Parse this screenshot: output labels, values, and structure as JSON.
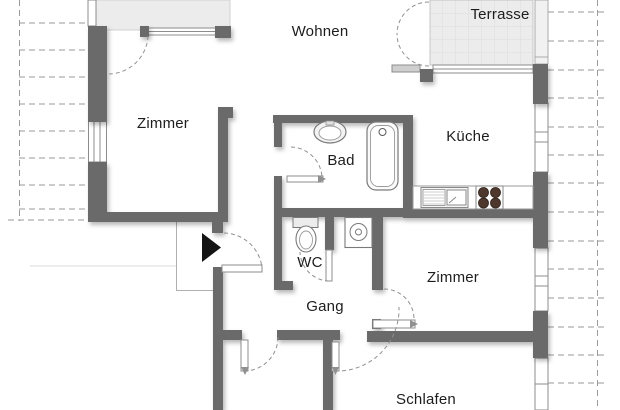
{
  "plan": {
    "language": "de",
    "type": "apartment-floor-plan",
    "rooms": {
      "wohnen": {
        "label": "Wohnen"
      },
      "terrasse": {
        "label": "Terrasse"
      },
      "zimmer_left": {
        "label": "Zimmer"
      },
      "bad": {
        "label": "Bad"
      },
      "kueche": {
        "label": "Küche"
      },
      "wc": {
        "label": "WC"
      },
      "gang": {
        "label": "Gang"
      },
      "zimmer_right": {
        "label": "Zimmer"
      },
      "schlafen": {
        "label": "Schlafen"
      }
    },
    "fixtures": [
      "bathtub-icon",
      "washbasin-icon",
      "toilet-icon",
      "washing-machine-icon",
      "kitchen-sink-icon",
      "stove-icon",
      "entrance-arrow-icon"
    ],
    "colors": {
      "wall": "#6a6a6a",
      "room_fill": "#ffffff",
      "terrace_fill": "#ececec",
      "hatch_line": "#9a9a9a",
      "door_arc": "#909090",
      "burner": "#4e382e",
      "label_text": "#1d1d1d"
    }
  }
}
